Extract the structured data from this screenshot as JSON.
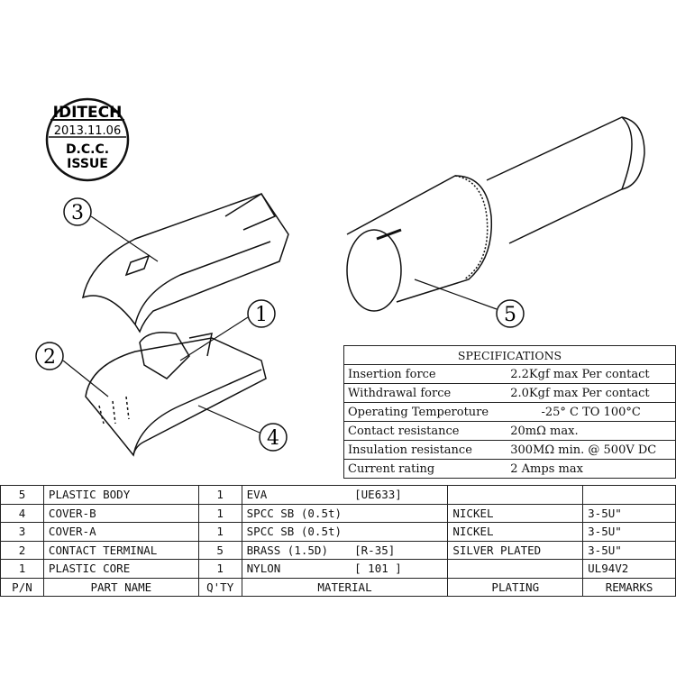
{
  "stamp": {
    "company": "IDITECH",
    "date": "2013.11.06",
    "line1": "D.C.C.",
    "line2": "ISSUE"
  },
  "callouts": [
    "1",
    "2",
    "3",
    "4",
    "5"
  ],
  "specifications": {
    "title": "SPECIFICATIONS",
    "rows": [
      {
        "label": "Insertion force",
        "value": "2.2Kgf max Per contact"
      },
      {
        "label": "Withdrawal force",
        "value": "2.0Kgf max Per contact"
      },
      {
        "label": "Operating Temperoture",
        "value": "-25° C TO 100°C"
      },
      {
        "label": "Contact resistance",
        "value": "20mΩ max."
      },
      {
        "label": "Insulation resistance",
        "value": "300MΩ min. @ 500V DC"
      },
      {
        "label": "Current rating",
        "value": "2 Amps max"
      }
    ]
  },
  "parts_table": {
    "headers": [
      "P/N",
      "PART NAME",
      "Q'TY",
      "MATERIAL",
      "PLATING",
      "REMARKS"
    ],
    "rows": [
      {
        "pn": "5",
        "name": "PLASTIC BODY",
        "qty": "1",
        "material": "EVA",
        "code": "[UE633]",
        "plating": "",
        "remarks": ""
      },
      {
        "pn": "4",
        "name": "COVER-B",
        "qty": "1",
        "material": "SPCC SB (0.5t)",
        "code": "",
        "plating": "NICKEL",
        "remarks": "3-5U\""
      },
      {
        "pn": "3",
        "name": "COVER-A",
        "qty": "1",
        "material": "SPCC SB (0.5t)",
        "code": "",
        "plating": "NICKEL",
        "remarks": "3-5U\""
      },
      {
        "pn": "2",
        "name": "CONTACT TERMINAL",
        "qty": "5",
        "material": "BRASS (1.5D)",
        "code": "[R-35]",
        "plating": "SILVER PLATED",
        "remarks": "3-5U\""
      },
      {
        "pn": "1",
        "name": "PLASTIC CORE",
        "qty": "1",
        "material": "NYLON",
        "code": "[ 101 ]",
        "plating": "",
        "remarks": "UL94V2"
      }
    ]
  }
}
